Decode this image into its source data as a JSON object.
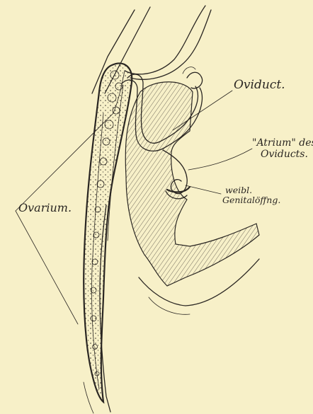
{
  "labels": {
    "oviduct": "Oviduct.",
    "atrium_line1": "\"Atrium\" des",
    "atrium_line2": "Oviducts.",
    "genital_line1": "weibl.",
    "genital_line2": "Genitalöffng.",
    "ovarium": "Ovarium."
  },
  "colors": {
    "paper": "#f7f0c8",
    "ink": "#2a2622"
  }
}
